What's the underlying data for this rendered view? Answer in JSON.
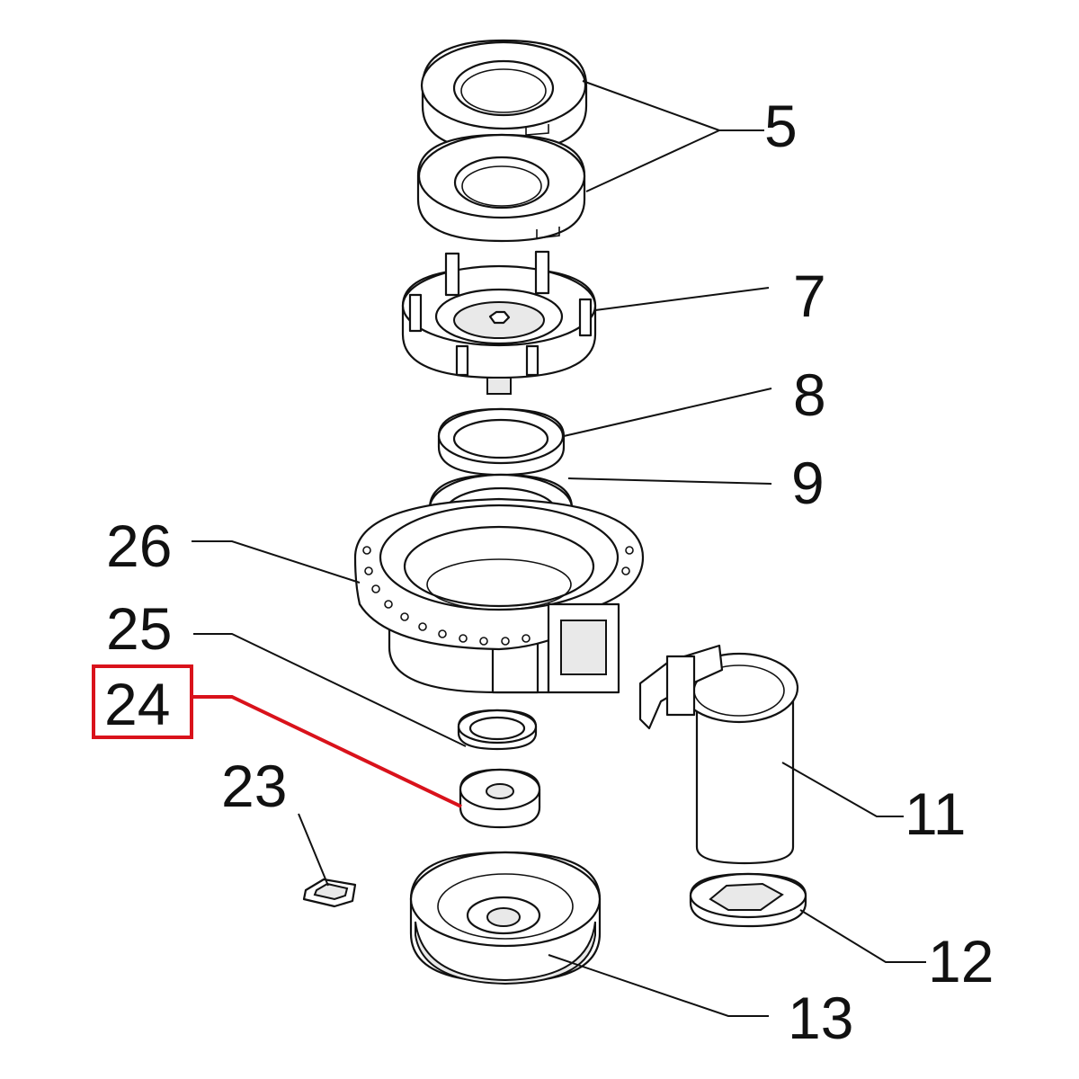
{
  "callouts": [
    {
      "id": "5",
      "text": "5"
    },
    {
      "id": "7",
      "text": "7"
    },
    {
      "id": "8",
      "text": "8"
    },
    {
      "id": "9",
      "text": "9"
    },
    {
      "id": "26",
      "text": "26"
    },
    {
      "id": "25",
      "text": "25"
    },
    {
      "id": "24",
      "text": "24",
      "highlighted": true
    },
    {
      "id": "23",
      "text": "23"
    },
    {
      "id": "11",
      "text": "11"
    },
    {
      "id": "12",
      "text": "12"
    },
    {
      "id": "13",
      "text": "13"
    }
  ],
  "colors": {
    "line": "#111111",
    "highlight": "#d9121b",
    "background": "#ffffff"
  }
}
